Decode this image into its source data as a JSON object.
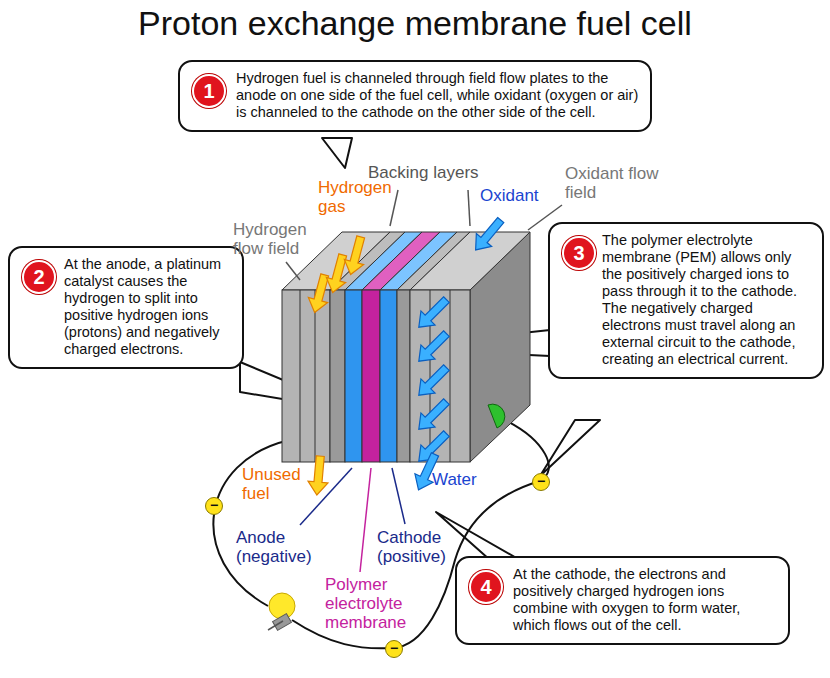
{
  "diagram": {
    "title": "Proton exchange membrane fuel cell",
    "nodes": [
      {
        "text": [
          "1",
          "Hydrogen fuel is channeled through field flow plates to the anode on one side of the fuel cell, while oxidant (oxygen or air) is channeled to the cathode on the other side of the cell."
        ]
      },
      {
        "text": [
          "2",
          "At the anode, a platinum catalyst causes the hydrogen to split into positive hydrogen ions (protons) and negatively charged electrons."
        ]
      },
      {
        "text": [
          "3",
          "The polymer electrolyte membrane (PEM) allows only the positively charged ions to pass through it to the cathode. The negatively charged electrons must travel along an external circuit to the cathode, creating an electrical current."
        ]
      },
      {
        "text": [
          "4",
          "At the cathode, the electrons and positively charged hydrogen ions combine with oxygen to form water, which flows out of the cell."
        ]
      }
    ],
    "labels": [
      "Backing layers",
      "Hydrogen gas",
      "Oxidant",
      "Oxidant flow field",
      "Hydrogen flow field",
      "Unused fuel",
      "Water",
      "Anode (negative)",
      "Cathode (positive)",
      "Polymer electrolyte membrane",
      "−",
      "−",
      "−"
    ]
  }
}
